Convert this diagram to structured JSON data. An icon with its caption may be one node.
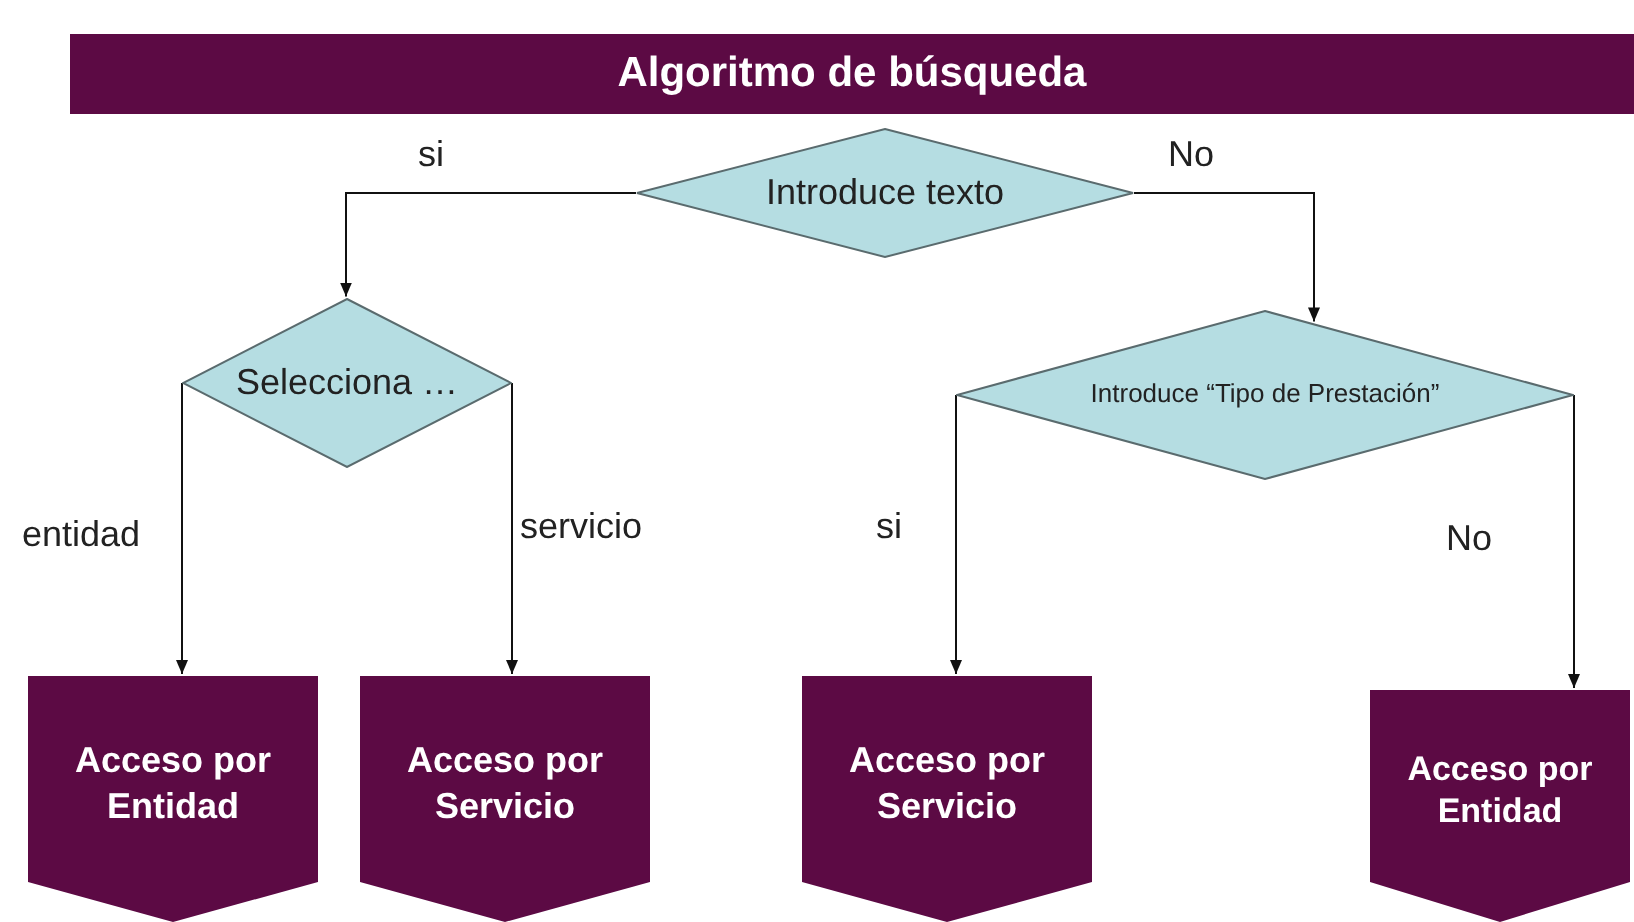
{
  "diagram": {
    "title": "Algoritmo de búsqueda",
    "nodes": [
      {
        "text": [
          "Introduce texto"
        ]
      },
      {
        "text": [
          "Selecciona …"
        ]
      },
      {
        "text": [
          "Introduce “Tipo de Prestación”"
        ]
      },
      {
        "text": [
          "Acceso por Entidad"
        ]
      },
      {
        "text": [
          "Acceso por Servicio"
        ]
      },
      {
        "text": [
          "Acceso por Servicio"
        ]
      },
      {
        "text": [
          "Acceso por Entidad"
        ]
      }
    ],
    "edges": [
      {
        "from": 0,
        "to": 1,
        "arrow": "to",
        "label": "si"
      },
      {
        "from": 0,
        "to": 2,
        "arrow": "to",
        "label": "No"
      },
      {
        "from": 1,
        "to": 3,
        "arrow": "to",
        "label": "entidad"
      },
      {
        "from": 1,
        "to": 4,
        "arrow": "to",
        "label": "servicio"
      },
      {
        "from": 2,
        "to": 5,
        "arrow": "to",
        "label": "si"
      },
      {
        "from": 2,
        "to": 6,
        "arrow": "to",
        "label": "No"
      }
    ]
  }
}
